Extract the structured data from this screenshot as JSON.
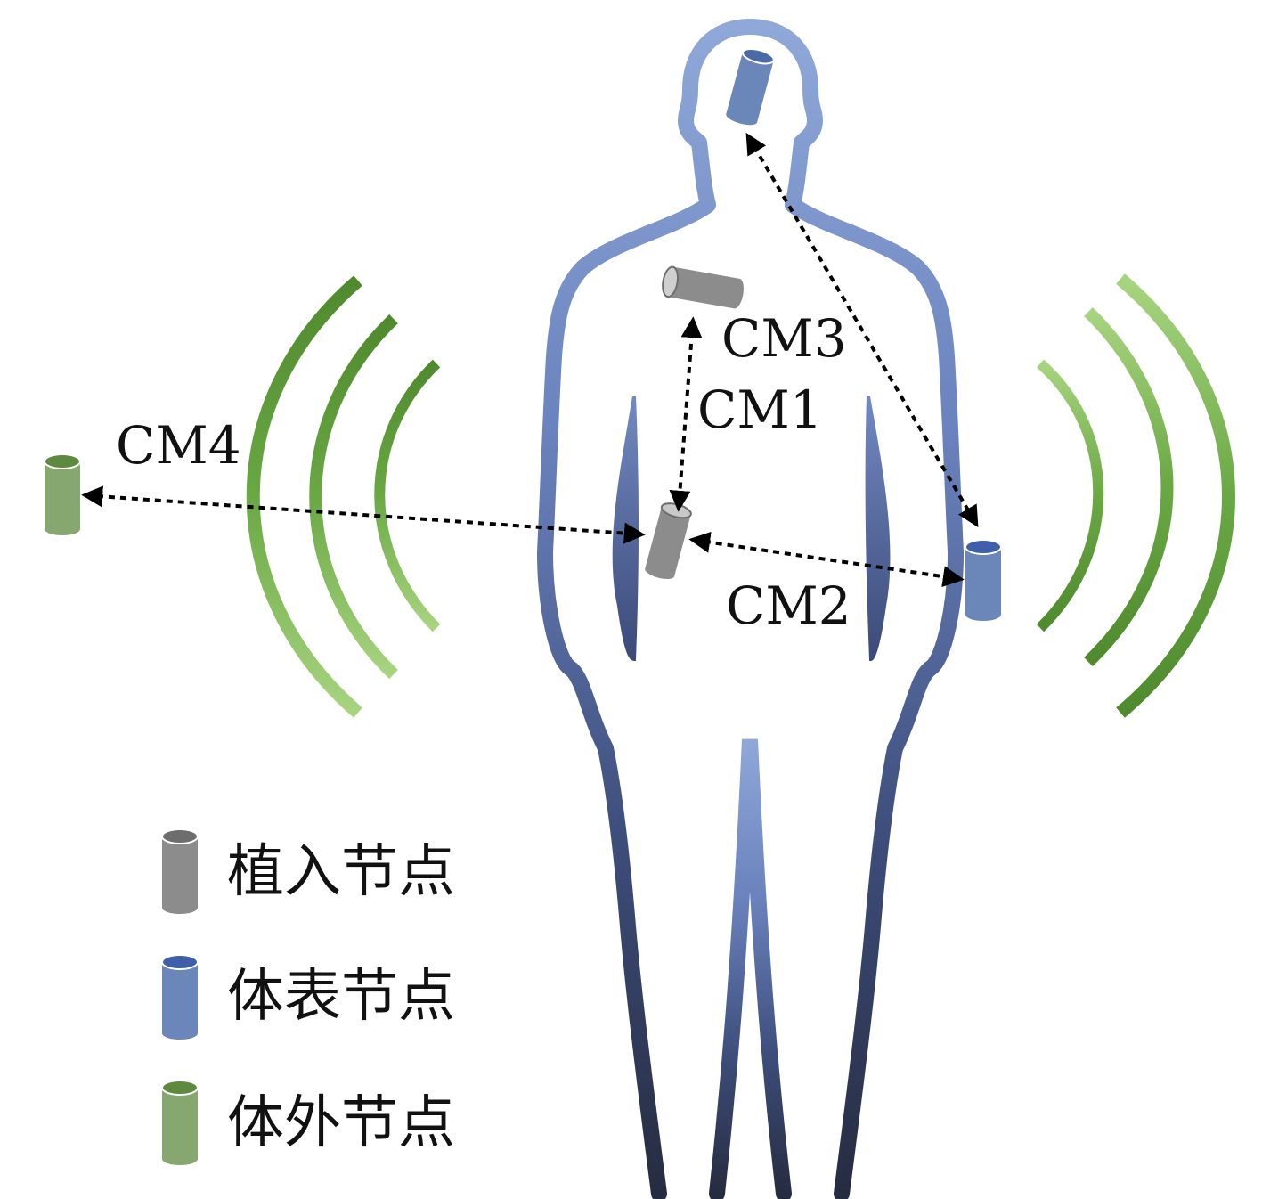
{
  "links": {
    "cm1": "CM1",
    "cm2": "CM2",
    "cm3": "CM3",
    "cm4": "CM4"
  },
  "legend": {
    "implant": "植入节点",
    "surface": "体表节点",
    "external": "体外节点"
  },
  "colors": {
    "implant_node": "#8c8c8c",
    "surface_node": "#6b86b8",
    "external_node": "#86a870",
    "body_outline_top": "#8aa3d4",
    "body_outline_bottom": "#2a3350",
    "wave_dark": "#4f8a2e",
    "wave_light": "#a6d27e",
    "arrow": "#000000"
  }
}
